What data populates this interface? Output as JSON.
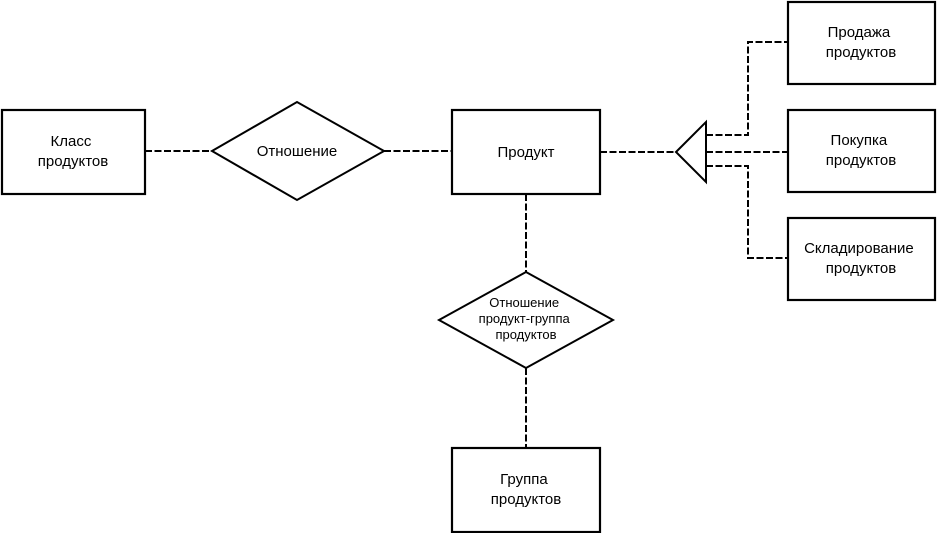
{
  "entities": {
    "product_class": [
      "Класс",
      "продуктов"
    ],
    "product": [
      "Продукт"
    ],
    "product_group": [
      "Группа",
      "продуктов"
    ],
    "sale": [
      "Продажа",
      "продуктов"
    ],
    "purchase": [
      "Покупка",
      "продуктов"
    ],
    "storage": [
      "Складирование",
      "продуктов"
    ]
  },
  "relationships": {
    "relation": [
      "Отношение"
    ],
    "product_group_relation": [
      "Отношение",
      "продукт-группа",
      "продуктов"
    ]
  },
  "colors": {
    "stroke": "#000000",
    "fill": "#ffffff"
  }
}
